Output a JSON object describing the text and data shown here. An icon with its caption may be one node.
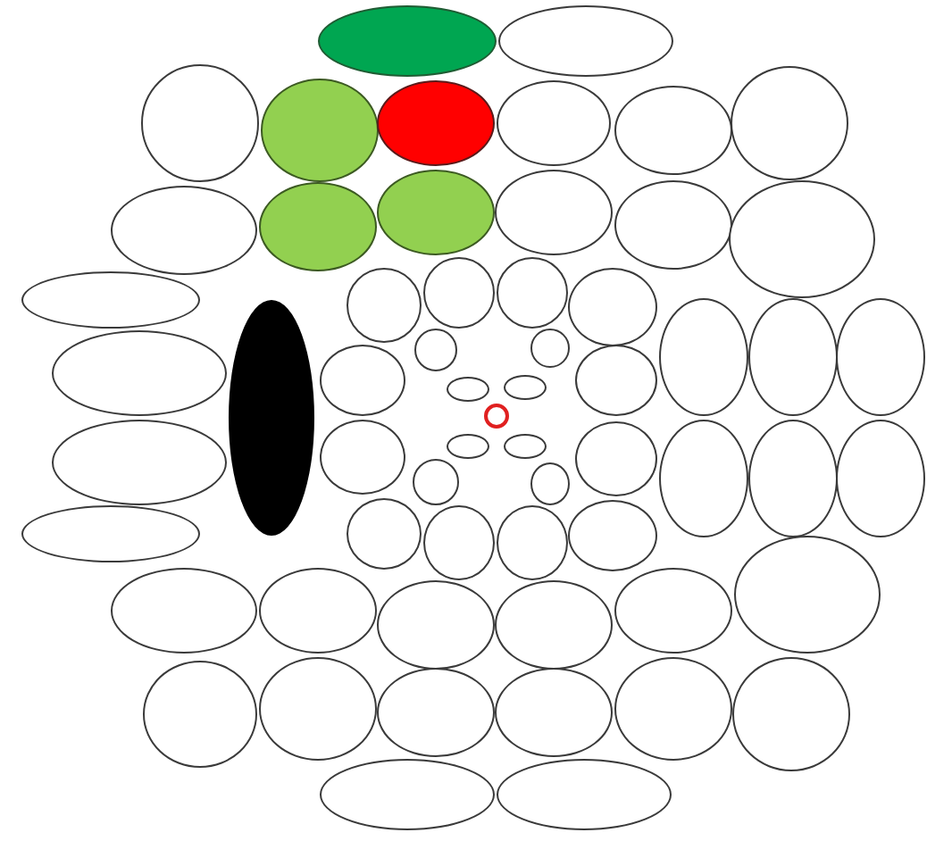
{
  "diagram": {
    "nodes": [
      {
        "text": [],
        "shape": "ellipse"
      },
      {
        "text": [],
        "shape": "ellipse"
      },
      {
        "text": [],
        "shape": "ellipse"
      },
      {
        "text": [],
        "shape": "ellipse"
      },
      {
        "text": [],
        "shape": "ellipse"
      },
      {
        "text": [],
        "shape": "ellipse"
      },
      {
        "text": [],
        "shape": "ellipse"
      },
      {
        "text": [],
        "shape": "ellipse"
      },
      {
        "text": [],
        "shape": "ellipse"
      },
      {
        "text": [],
        "shape": "ellipse"
      },
      {
        "text": [],
        "shape": "ellipse"
      },
      {
        "text": [],
        "shape": "ellipse"
      },
      {
        "text": [],
        "shape": "ellipse"
      },
      {
        "text": [],
        "shape": "ellipse"
      },
      {
        "text": [],
        "shape": "ellipse"
      },
      {
        "text": [],
        "shape": "ellipse"
      },
      {
        "text": [],
        "shape": "ellipse"
      },
      {
        "text": [],
        "shape": "ellipse"
      },
      {
        "text": [],
        "shape": "ellipse"
      },
      {
        "text": [],
        "shape": "ellipse"
      },
      {
        "text": [],
        "shape": "ellipse"
      },
      {
        "text": [],
        "shape": "ellipse"
      },
      {
        "text": [],
        "shape": "ellipse"
      },
      {
        "text": [],
        "shape": "ellipse"
      },
      {
        "text": [],
        "shape": "ellipse"
      },
      {
        "text": [],
        "shape": "ellipse"
      },
      {
        "text": [],
        "shape": "ellipse"
      },
      {
        "text": [],
        "shape": "ellipse"
      },
      {
        "text": [],
        "shape": "ellipse"
      },
      {
        "text": [],
        "shape": "ellipse"
      },
      {
        "text": [],
        "shape": "circle"
      },
      {
        "text": [],
        "shape": "ellipse"
      },
      {
        "text": [],
        "shape": "ellipse"
      },
      {
        "text": [],
        "shape": "ellipse"
      },
      {
        "text": [],
        "shape": "ellipse"
      },
      {
        "text": [],
        "shape": "ellipse"
      },
      {
        "text": [],
        "shape": "ellipse"
      },
      {
        "text": [],
        "shape": "ellipse"
      },
      {
        "text": [],
        "shape": "ellipse"
      },
      {
        "text": [],
        "shape": "ellipse"
      },
      {
        "text": [],
        "shape": "ellipse"
      },
      {
        "text": [],
        "shape": "ellipse"
      },
      {
        "text": [],
        "shape": "ellipse"
      },
      {
        "text": [],
        "shape": "ellipse"
      },
      {
        "text": [],
        "shape": "ellipse"
      },
      {
        "text": [],
        "shape": "ellipse"
      },
      {
        "text": [],
        "shape": "ellipse"
      },
      {
        "text": [],
        "shape": "ellipse"
      },
      {
        "text": [],
        "shape": "ellipse"
      },
      {
        "text": [],
        "shape": "ellipse"
      },
      {
        "text": [],
        "shape": "ellipse"
      },
      {
        "text": [],
        "shape": "ellipse"
      },
      {
        "text": [],
        "shape": "ellipse"
      },
      {
        "text": [],
        "shape": "ellipse"
      },
      {
        "text": [],
        "shape": "ellipse"
      },
      {
        "text": [],
        "shape": "ellipse"
      },
      {
        "text": [],
        "shape": "ellipse"
      },
      {
        "text": [],
        "shape": "ellipse"
      },
      {
        "text": [],
        "shape": "ellipse"
      },
      {
        "text": [],
        "shape": "ellipse"
      }
    ]
  }
}
